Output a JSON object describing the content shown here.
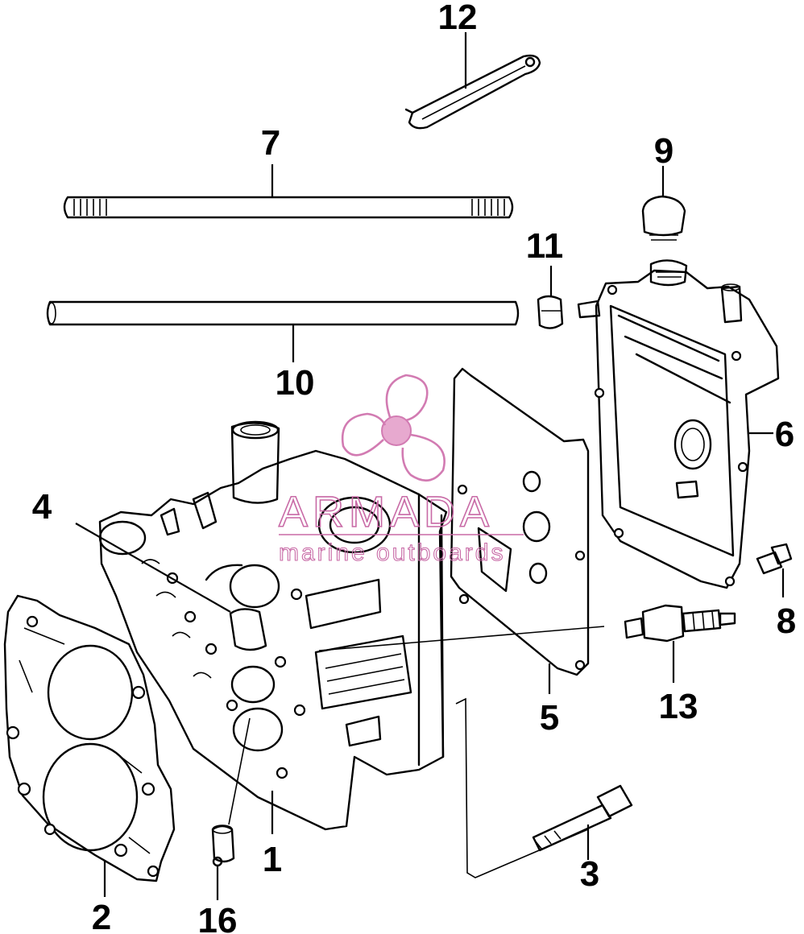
{
  "diagram": {
    "callouts": {
      "p1": "1",
      "p2": "2",
      "p3": "3",
      "p4": "4",
      "p5": "5",
      "p6": "6",
      "p7": "7",
      "p8": "8",
      "p9": "9",
      "p10": "10",
      "p11": "11",
      "p12": "12",
      "p13": "13",
      "p16": "16"
    },
    "watermark": {
      "brand": "ARMADA",
      "tagline": "marine outboards",
      "color": "#d27bb2",
      "icon": "propeller-logo"
    }
  }
}
